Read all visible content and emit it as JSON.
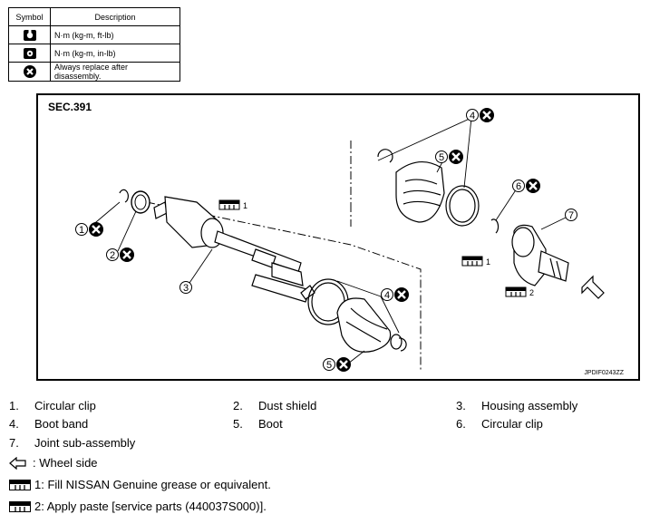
{
  "symbol_table": {
    "header_symbol": "Symbol",
    "header_description": "Description",
    "rows": [
      {
        "icon": "torque-wrench-icon",
        "description": "N·m (kg-m, ft-lb)"
      },
      {
        "icon": "torque-wrench-small-icon",
        "description": "N·m (kg-m, in-lb)"
      },
      {
        "icon": "replace-x-icon",
        "description": "Always replace after disassembly."
      }
    ]
  },
  "diagram": {
    "section": "SEC.391",
    "figure_code": "JPDIF0243ZZ",
    "callouts": [
      "1",
      "2",
      "3",
      "4",
      "4",
      "5",
      "5",
      "6",
      "7"
    ],
    "grease_labels": [
      "1",
      "1",
      "2"
    ]
  },
  "legend": {
    "items": [
      {
        "num": "1.",
        "label": "Circular clip"
      },
      {
        "num": "2.",
        "label": "Dust shield"
      },
      {
        "num": "3.",
        "label": "Housing assembly"
      },
      {
        "num": "4.",
        "label": "Boot band"
      },
      {
        "num": "5.",
        "label": "Boot"
      },
      {
        "num": "6.",
        "label": "Circular clip"
      },
      {
        "num": "7.",
        "label": "Joint sub-assembly"
      }
    ],
    "wheel_side": ": Wheel side",
    "note1": "1: Fill NISSAN Genuine grease or equivalent.",
    "note2": "2: Apply paste [service parts (440037S000)]."
  },
  "colors": {
    "line": "#000000",
    "background": "#ffffff"
  }
}
